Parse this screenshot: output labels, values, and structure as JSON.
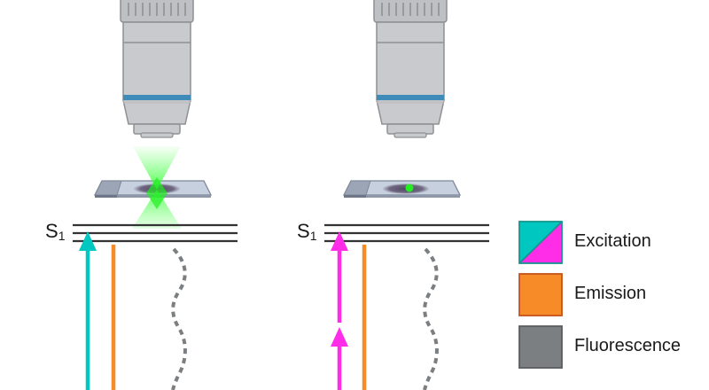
{
  "diagram": {
    "panels": [
      {
        "id": "one-photon",
        "state_label": "S",
        "state_subscript": "1",
        "excitation": "single-photon",
        "excitation_color": "#00c8c0",
        "illumination": "green-cone"
      },
      {
        "id": "two-photon",
        "state_label": "S",
        "state_subscript": "1",
        "excitation": "two-photon",
        "excitation_color": "#ff2ce8",
        "illumination": "green-spot"
      }
    ],
    "colors": {
      "excitation_one": "#00c8c0",
      "excitation_two": "#ff2ce8",
      "emission": "#f68b28",
      "fluorescence": "#7c7f82",
      "objective_body": "#c9cacd",
      "objective_band": "#3d8bb8",
      "energy_level": "#333333",
      "green_light": "#33ff33"
    }
  },
  "legend": {
    "items": [
      {
        "label": "Excitation",
        "icon": "split-teal-magenta-swatch"
      },
      {
        "label": "Emission",
        "icon": "orange-swatch"
      },
      {
        "label": "Fluorescence",
        "icon": "gray-swatch"
      }
    ]
  }
}
